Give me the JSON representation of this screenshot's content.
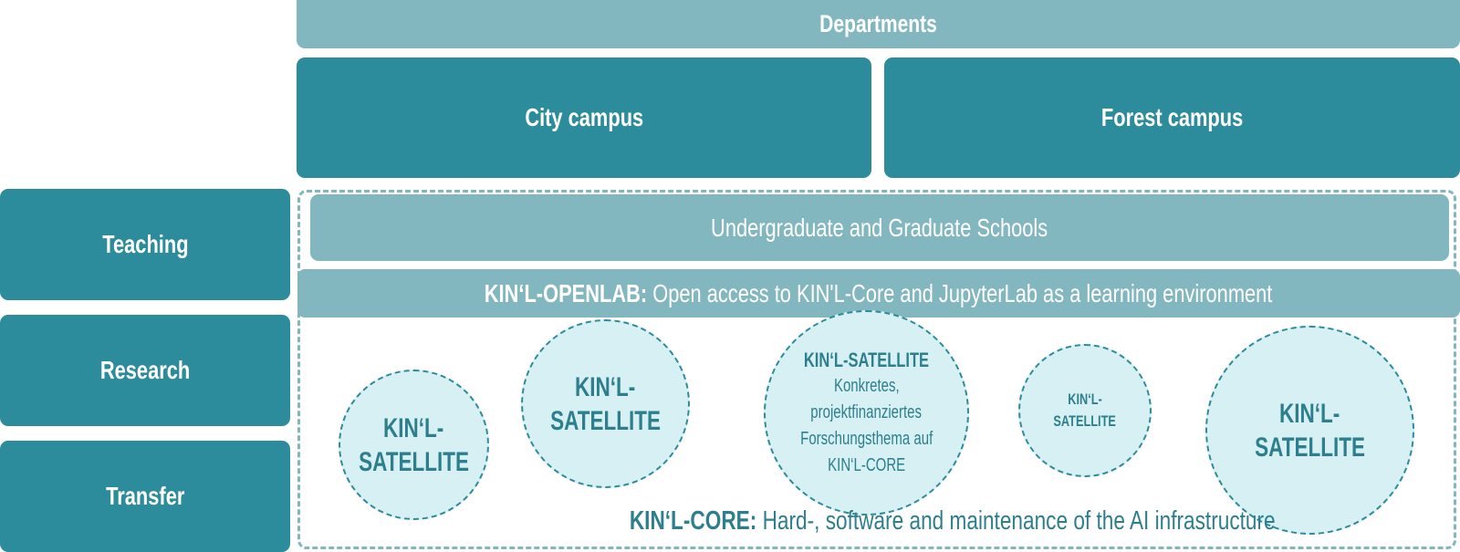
{
  "header": {
    "departments": "Departments",
    "campuses": [
      "City campus",
      "Forest campus"
    ]
  },
  "pillars": [
    "Teaching",
    "Research",
    "Transfer"
  ],
  "schools": "Undergraduate and Graduate Schools",
  "openlab": {
    "label": "KIN‘L-OPENLAB:",
    "text": " Open access to KIN'L-Core and JupyterLab as a learning environment"
  },
  "satellites": [
    {
      "line1": "KIN‘L-",
      "line2": "SATELLITE"
    },
    {
      "line1": "KIN‘L-",
      "line2": "SATELLITE"
    },
    {
      "title": "KIN‘L-SATELLITE",
      "desc": [
        "Konkretes,",
        "projektfinanziertes",
        "Forschungsthema auf",
        "KIN‘L-CORE"
      ]
    },
    {
      "line1": "KIN‘L-",
      "line2": "SATELLITE"
    },
    {
      "line1": "KIN‘L-",
      "line2": "SATELLITE"
    }
  ],
  "core": {
    "label": "KIN‘L-CORE:",
    "text": " Hard-, software and maintenance of the AI infrastructure"
  },
  "colors": {
    "dark_teal": "#2d8c9b",
    "light_teal": "#83b7c0",
    "circle_fill": "#d6f0f3",
    "text_teal": "#2d7f8e"
  }
}
